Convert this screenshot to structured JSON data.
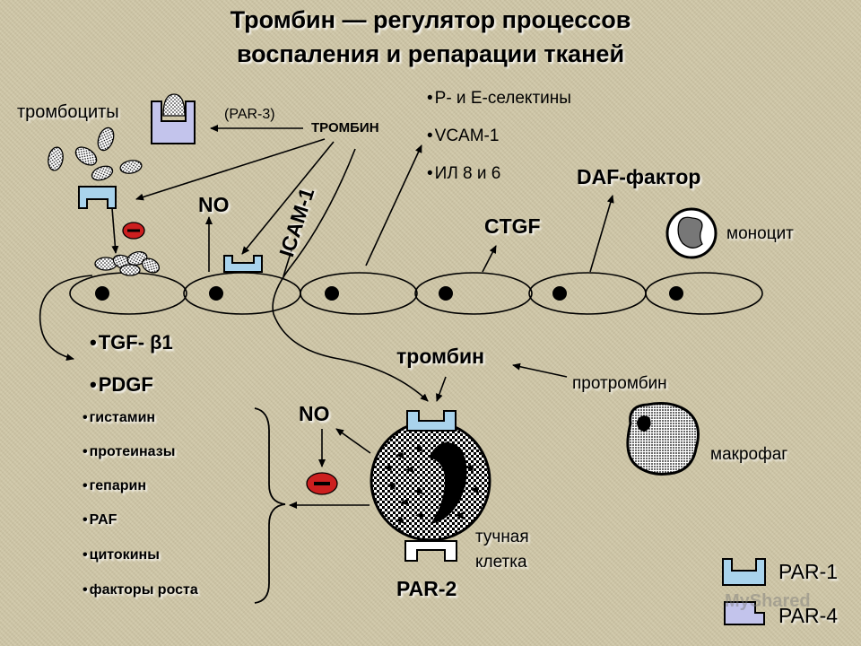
{
  "title": {
    "line1": "Тромбин — регулятор процессов",
    "line2": "воспаления и репарации тканей"
  },
  "labels": {
    "platelets": "тромбоциты",
    "par3": "(PAR-3)",
    "thrombin_top": "ТРОМБИН",
    "no_top": "NO",
    "icam": "ICAM-1",
    "ctgf": "CTGF",
    "daf": "DAF-фактор",
    "monocyte": "моноцит",
    "thrombin_mid": "тромбин",
    "prothrombin": "протромбин",
    "macrophage": "макрофаг",
    "no_mid": "NO",
    "par2": "PAR-2",
    "mast_cell_1": "тучная",
    "mast_cell_2": "клетка",
    "minus": "–"
  },
  "selectins": [
    "Р- и Е-селектины",
    "VCAM-1",
    "ИЛ 8 и 6"
  ],
  "growth_factors": [
    "TGF- β1",
    "PDGF"
  ],
  "mediators": [
    "гистамин",
    "протеиназы",
    "гепарин",
    "PAF",
    "цитокины",
    "факторы роста"
  ],
  "legend": {
    "par1": "PAR-1",
    "par4": "PAR-4"
  },
  "watermark": "MyShared",
  "colors": {
    "background": "#cfc6a6",
    "par1_receptor": "#a9d3ec",
    "par3_receptor": "#c3c4ec",
    "inhibit": "#cc1f1f"
  }
}
